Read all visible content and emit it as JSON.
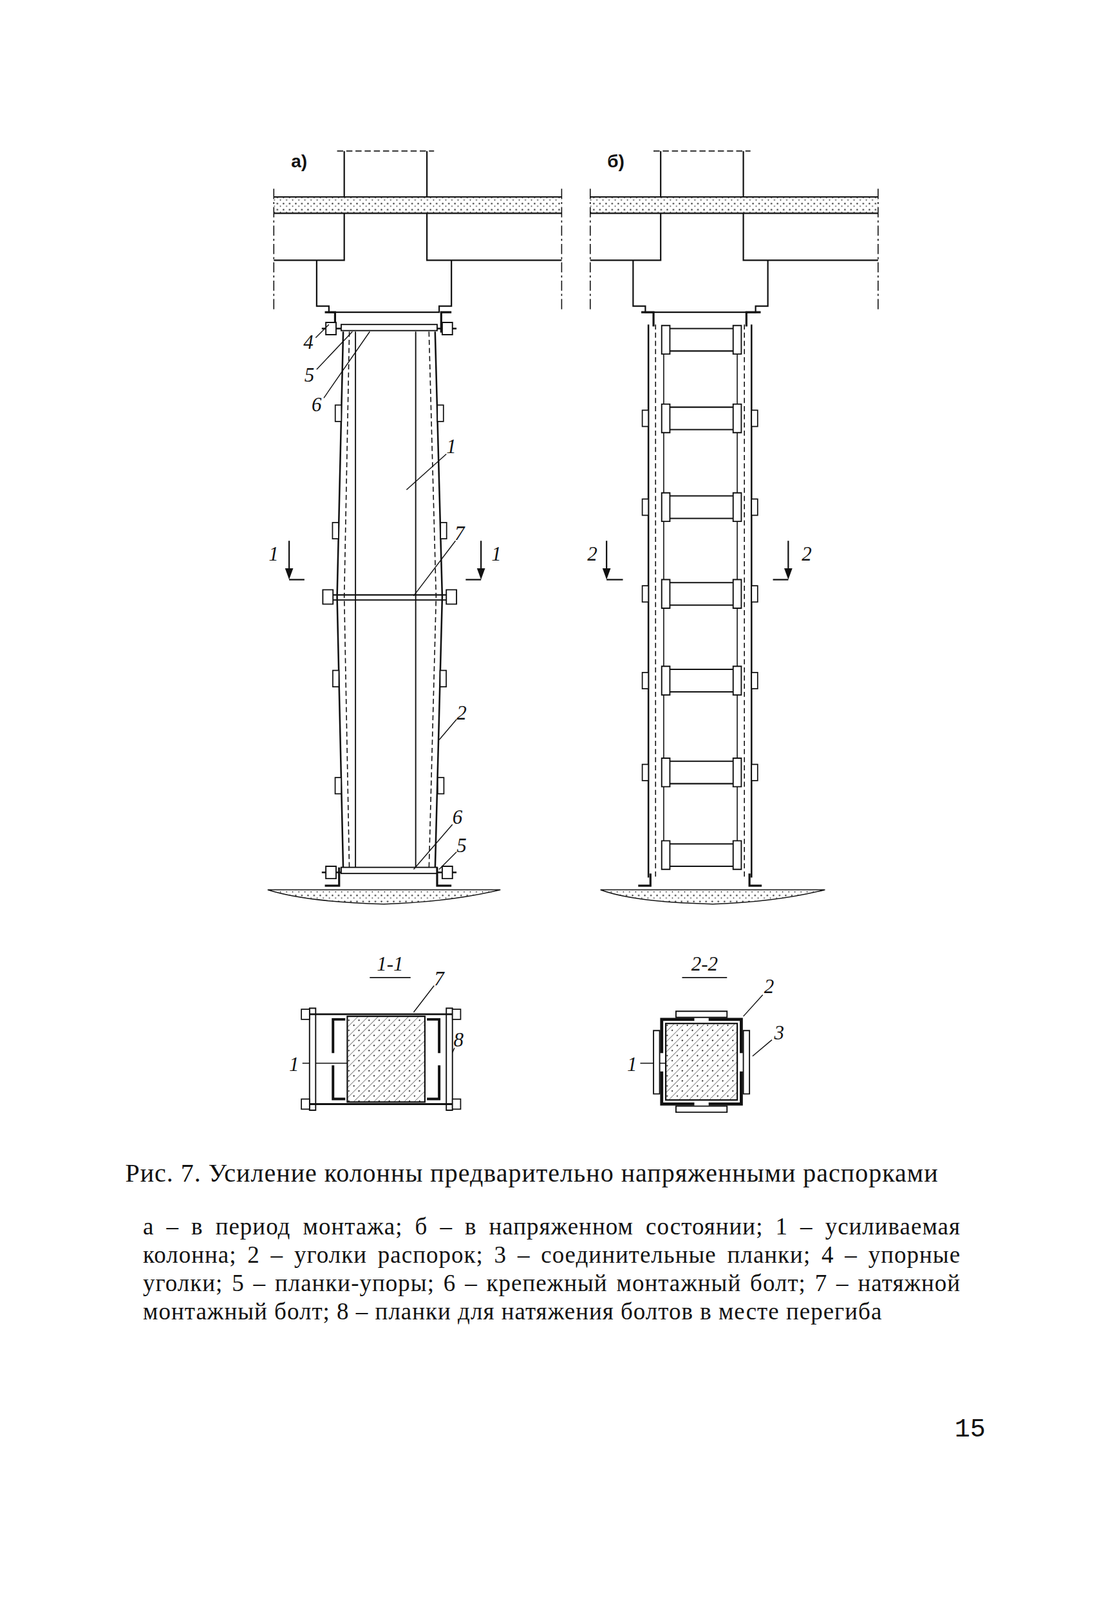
{
  "diagram": {
    "caption": "Рис. 7. Усиление колонны предварительно напряженными распорками",
    "labels": [
      "а)",
      "б)",
      "4",
      "5",
      "6",
      "1",
      "1",
      "7",
      "1",
      "2",
      "6",
      "5",
      "2",
      "2",
      "1-1",
      "7",
      "8",
      "1",
      "2-2",
      "2",
      "3",
      "1",
      "а – в период монтажа; б – в напряженном состоянии; 1 – усиливаемая колонна; 2 – уголки распорок; 3 – соединительные планки; 4 – упорные уголки; 5 – планки-упоры; 6 – крепежный монтажный болт; 7 – натяжной монтажный болт; 8 – планки для натяжения болтов в месте перегиба",
      "15"
    ]
  }
}
